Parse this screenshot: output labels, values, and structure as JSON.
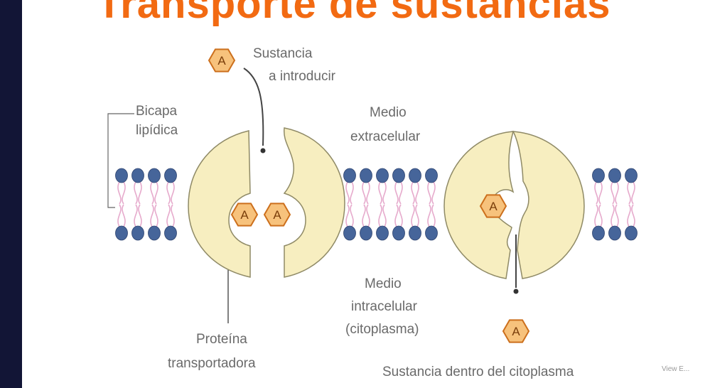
{
  "title": "Transporte de sustancias",
  "labels": {
    "sustancia_introducir_1": "Sustancia",
    "sustancia_introducir_2": "a introducir",
    "bicapa_1": "Bicapa",
    "bicapa_2": "lipídica",
    "extracelular_1": "Medio",
    "extracelular_2": "extracelular",
    "intracelular_1": "Medio",
    "intracelular_2": "intracelular",
    "intracelular_3": "(citoplasma)",
    "proteina_1": "Proteína",
    "proteina_2": "transportadora",
    "sustancia_dentro": "Sustancia dentro del citoplasma",
    "credit": "View E..."
  },
  "molecule_letter": "A",
  "colors": {
    "title": "#f26a12",
    "background": "#121536",
    "protein_fill": "#f7eec0",
    "phospholipid_head": "#46659a",
    "lipid_tail": "#e6aacc",
    "molecule_fill": "#f7c27c",
    "molecule_stroke": "#cc6f1c"
  }
}
